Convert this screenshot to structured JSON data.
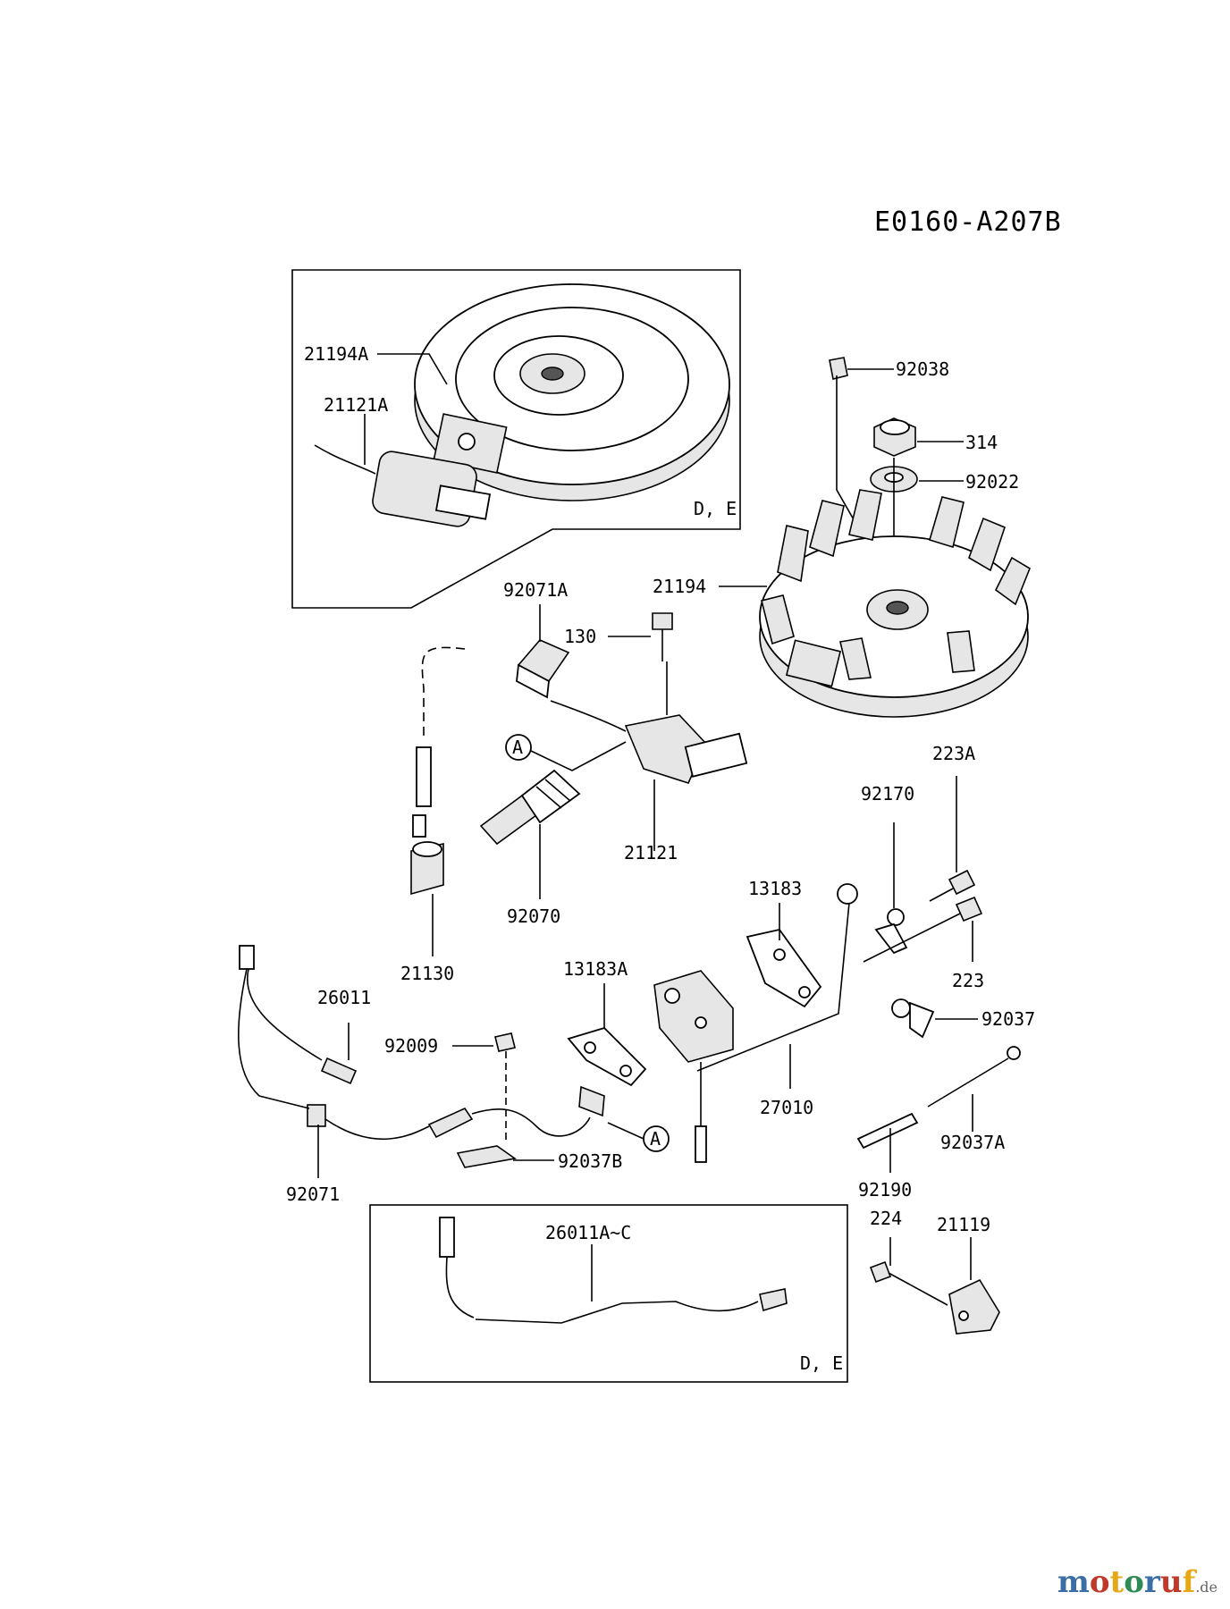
{
  "diagram_code": "E0160-A207B",
  "variant_label": "D, E",
  "ref_marker": "A",
  "part_labels": {
    "p21194A": "21194A",
    "p21121A": "21121A",
    "p92038": "92038",
    "p314": "314",
    "p92022": "92022",
    "p21194": "21194",
    "p92071A": "92071A",
    "p130": "130",
    "p21121": "21121",
    "p92070": "92070",
    "p21130": "21130",
    "p223A": "223A",
    "p92170": "92170",
    "p13183": "13183",
    "p223": "223",
    "p13183A": "13183A",
    "p26011": "26011",
    "p92009": "92009",
    "p92037": "92037",
    "p27010": "27010",
    "p92037B": "92037B",
    "p92037A": "92037A",
    "p92071": "92071",
    "p92190": "92190",
    "p224": "224",
    "p21119": "21119",
    "p26011AC": "26011A~C"
  },
  "watermark": {
    "m": "m",
    "o1": "o",
    "t": "t",
    "o2": "o",
    "r": "r",
    "u": "u",
    "f": "f",
    "tld": ".de"
  }
}
